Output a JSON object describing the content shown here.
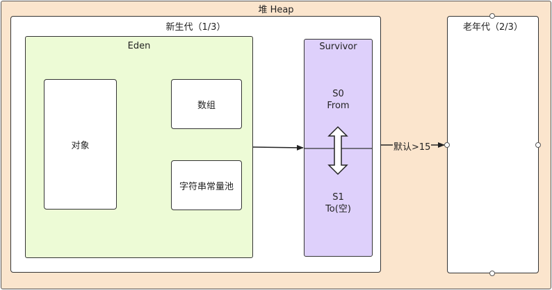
{
  "heap": {
    "title": "堆 Heap"
  },
  "young": {
    "title": "新生代（1/3）"
  },
  "eden": {
    "title": "Eden",
    "object_label": "对象",
    "array_label": "数组",
    "string_pool_label": "字符串常量池"
  },
  "survivor": {
    "title": "Survivor",
    "s0_name": "S0",
    "s0_role": "From",
    "s1_name": "S1",
    "s1_role": "To(空)"
  },
  "old": {
    "title": "老年代（2/3）"
  },
  "promotion": {
    "label": "默认>15"
  },
  "colors": {
    "heap": "#fbe5cd",
    "eden": "#edfbd6",
    "survivor": "#ded0fb"
  }
}
